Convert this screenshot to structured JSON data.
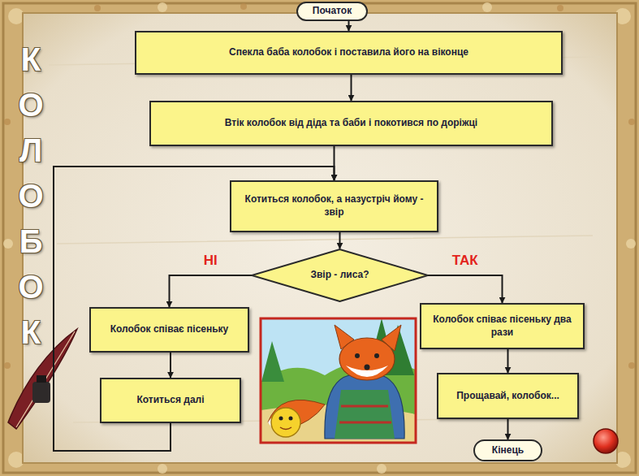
{
  "diagram": {
    "title": "КОЛОБОК",
    "nodes": [
      {
        "text": [
          "Початок"
        ]
      },
      {
        "text": [
          "Спекла баба колобок і поставила його на віконце"
        ]
      },
      {
        "text": [
          "Втік колобок від діда та баби і покотився по доріжці"
        ]
      },
      {
        "text": [
          "Котиться колобок, а назустріч йому - звір"
        ]
      },
      {
        "text": [
          "Звір - лиса?"
        ]
      },
      {
        "text": [
          "Колобок співає пісеньку"
        ]
      },
      {
        "text": [
          "Котиться далі"
        ]
      },
      {
        "text": [
          "Колобок співає пісеньку два рази"
        ]
      },
      {
        "text": [
          "Прощавай, колобок..."
        ]
      },
      {
        "text": [
          "Кінець"
        ]
      }
    ],
    "edges": [
      {
        "from": 0,
        "to": 1,
        "arrow": "to"
      },
      {
        "from": 1,
        "to": 2,
        "arrow": "to"
      },
      {
        "from": 2,
        "to": 3,
        "arrow": "to"
      },
      {
        "from": 3,
        "to": 4,
        "arrow": "to"
      },
      {
        "from": 4,
        "to": 5,
        "label": "НІ",
        "arrow": "to"
      },
      {
        "from": 4,
        "to": 7,
        "label": "ТАК",
        "arrow": "to"
      },
      {
        "from": 5,
        "to": 6,
        "arrow": "to"
      },
      {
        "from": 6,
        "to": 3,
        "arrow": "to"
      },
      {
        "from": 7,
        "to": 8,
        "arrow": "to"
      },
      {
        "from": 8,
        "to": 9,
        "arrow": "to"
      }
    ]
  }
}
